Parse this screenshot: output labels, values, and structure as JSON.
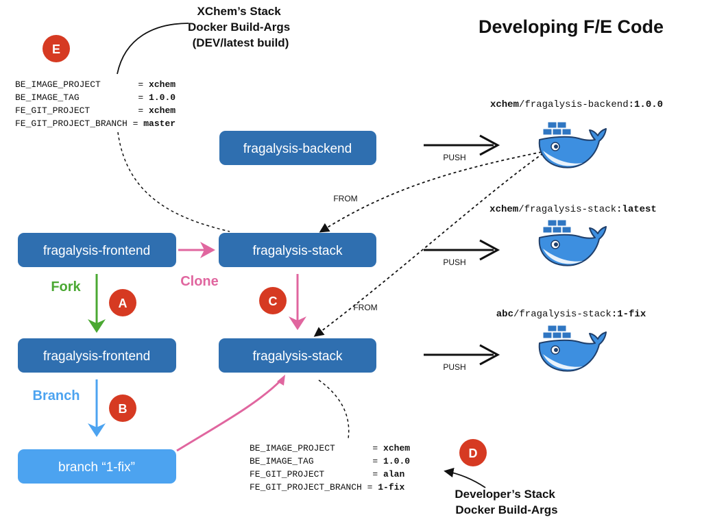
{
  "title": "Developing F/E Code",
  "colors": {
    "dark_box": "#2f6fb0",
    "light_box": "#4ca3f0",
    "badge": "#d63a22",
    "fork": "#4aa832",
    "branch": "#4ca3f0",
    "clone": "#e0669f",
    "arrow": "#111111",
    "whale": "#3d8fe0",
    "container": "#2f76c2"
  },
  "boxes": {
    "backend": "fragalysis-backend",
    "frontend_top": "fragalysis-frontend",
    "stack_top": "fragalysis-stack",
    "frontend_fork": "fragalysis-frontend",
    "stack_clone": "fragalysis-stack",
    "branch": "branch “1-fix”"
  },
  "labels": {
    "fork": "Fork",
    "branch": "Branch",
    "clone": "Clone",
    "push": "PUSH",
    "from": "FROM"
  },
  "badges": {
    "a": "A",
    "b": "B",
    "c": "C",
    "d": "D",
    "e": "E"
  },
  "images": {
    "backend": {
      "org": "xchem",
      "name": "/fragalysis-backend",
      "tag": ":1.0.0"
    },
    "stack_latest": {
      "org": "xchem",
      "name": "/fragalysis-stack",
      "tag": ":latest"
    },
    "stack_fix": {
      "org": "abc",
      "name": "/fragalysis-stack",
      "tag": ":1-fix"
    }
  },
  "xchem_args": {
    "caption": [
      "XChem’s Stack",
      "Docker Build-Args",
      "(DEV/latest build)"
    ],
    "rows": [
      {
        "key": "BE_IMAGE_PROJECT       =",
        "value": "xchem"
      },
      {
        "key": "BE_IMAGE_TAG           =",
        "value": "1.0.0"
      },
      {
        "key": "FE_GIT_PROJECT         =",
        "value": "xchem"
      },
      {
        "key": "FE_GIT_PROJECT_BRANCH =",
        "value": "master"
      }
    ]
  },
  "dev_args": {
    "caption": [
      "Developer’s Stack",
      "Docker Build-Args"
    ],
    "rows": [
      {
        "key": "BE_IMAGE_PROJECT       =",
        "value": "xchem"
      },
      {
        "key": "BE_IMAGE_TAG           =",
        "value": "1.0.0"
      },
      {
        "key": "FE_GIT_PROJECT         =",
        "value": "alan"
      },
      {
        "key": "FE_GIT_PROJECT_BRANCH =",
        "value": "1-fix"
      }
    ]
  }
}
